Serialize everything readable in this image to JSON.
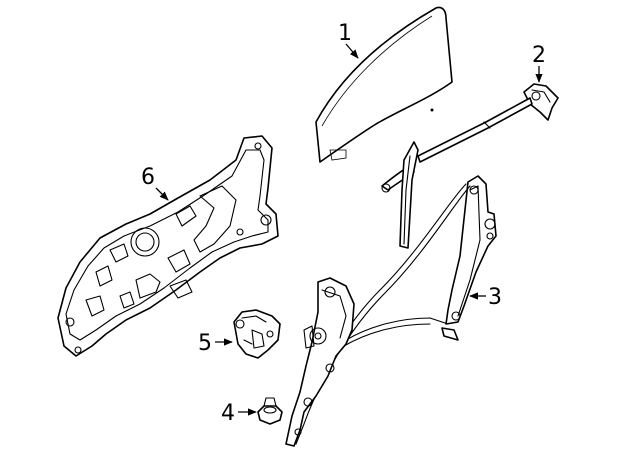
{
  "diagram": {
    "callouts": [
      {
        "id": "1",
        "label": "1"
      },
      {
        "id": "2",
        "label": "2"
      },
      {
        "id": "3",
        "label": "3"
      },
      {
        "id": "4",
        "label": "4"
      },
      {
        "id": "5",
        "label": "5"
      },
      {
        "id": "6",
        "label": "6"
      }
    ],
    "parts": [
      {
        "callout": "1",
        "name": "door-glass"
      },
      {
        "callout": "2",
        "name": "glass-guide-channel"
      },
      {
        "callout": "3",
        "name": "window-regulator"
      },
      {
        "callout": "4",
        "name": "nut"
      },
      {
        "callout": "5",
        "name": "regulator-motor"
      },
      {
        "callout": "6",
        "name": "door-inner-panel"
      }
    ],
    "colors": {
      "line": "#000000",
      "background": "#ffffff"
    }
  }
}
